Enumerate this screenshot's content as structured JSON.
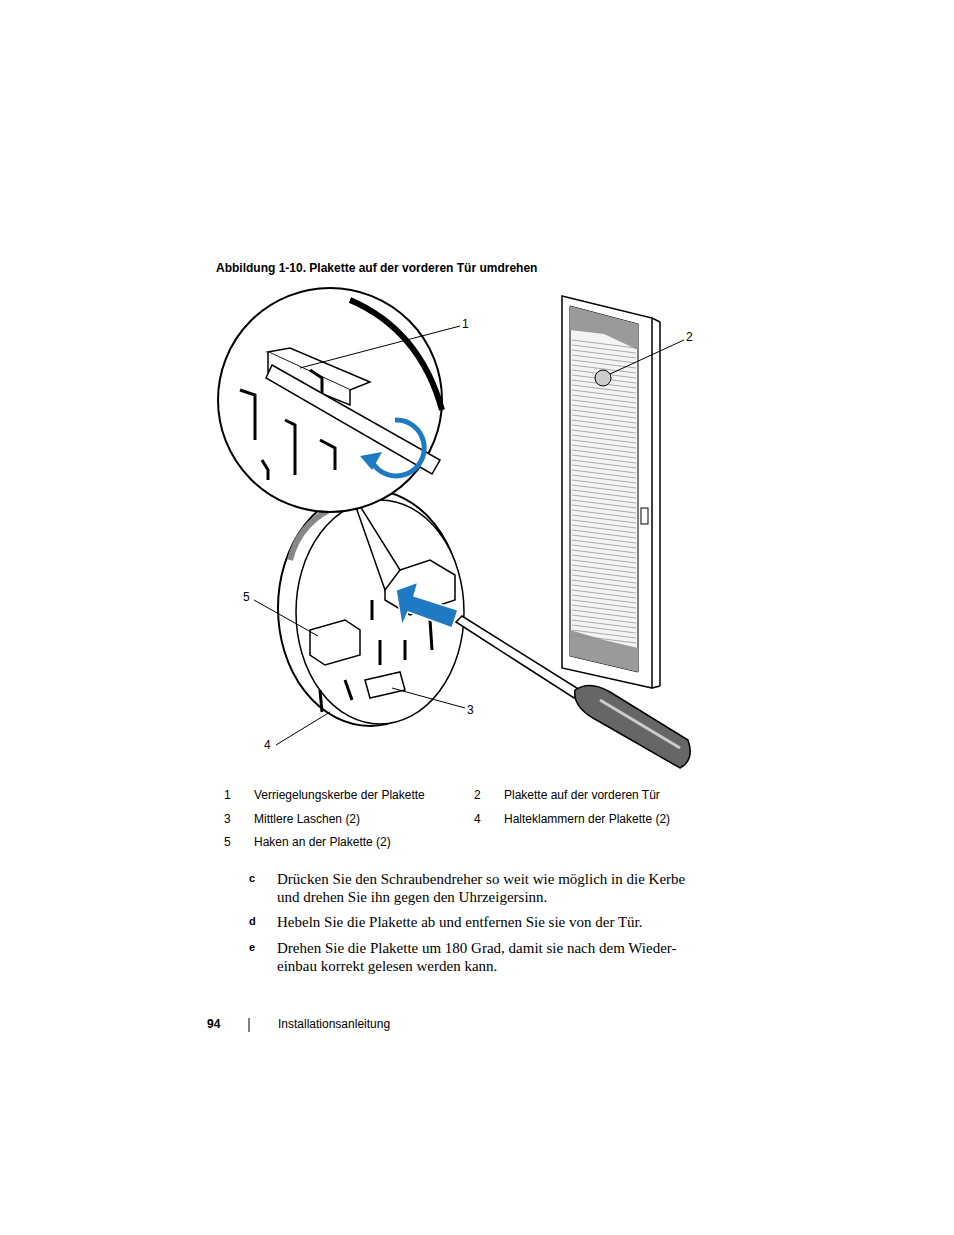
{
  "diagram": {
    "title": "Abbildung 1-10. Plakette auf der vorderen Tür umdrehen",
    "labels": [
      "1",
      "2",
      "5",
      "3",
      "4",
      "1",
      "Verriegelungskerbe der Plakette",
      "2",
      "Plakette auf der vorderen Tür",
      "3",
      "Mittlere Laschen (2)",
      "4",
      "Halteklammern der Plakette (2)",
      "5",
      "Haken an der Plakette (2)",
      "c",
      "Drücken Sie den Schraubendreher so weit wie möglich in die Kerbe und drehen Sie ihn gegen den Uhrzeigersinn.",
      "d",
      "Hebeln Sie die Plakette ab und entfernen Sie sie von der Tür.",
      "e",
      "Drehen Sie die Plakette um 180 Grad, damit sie nach dem Wieder- einbau korrekt gelesen werden kann.",
      "94",
      "Installationsanleitung"
    ]
  }
}
